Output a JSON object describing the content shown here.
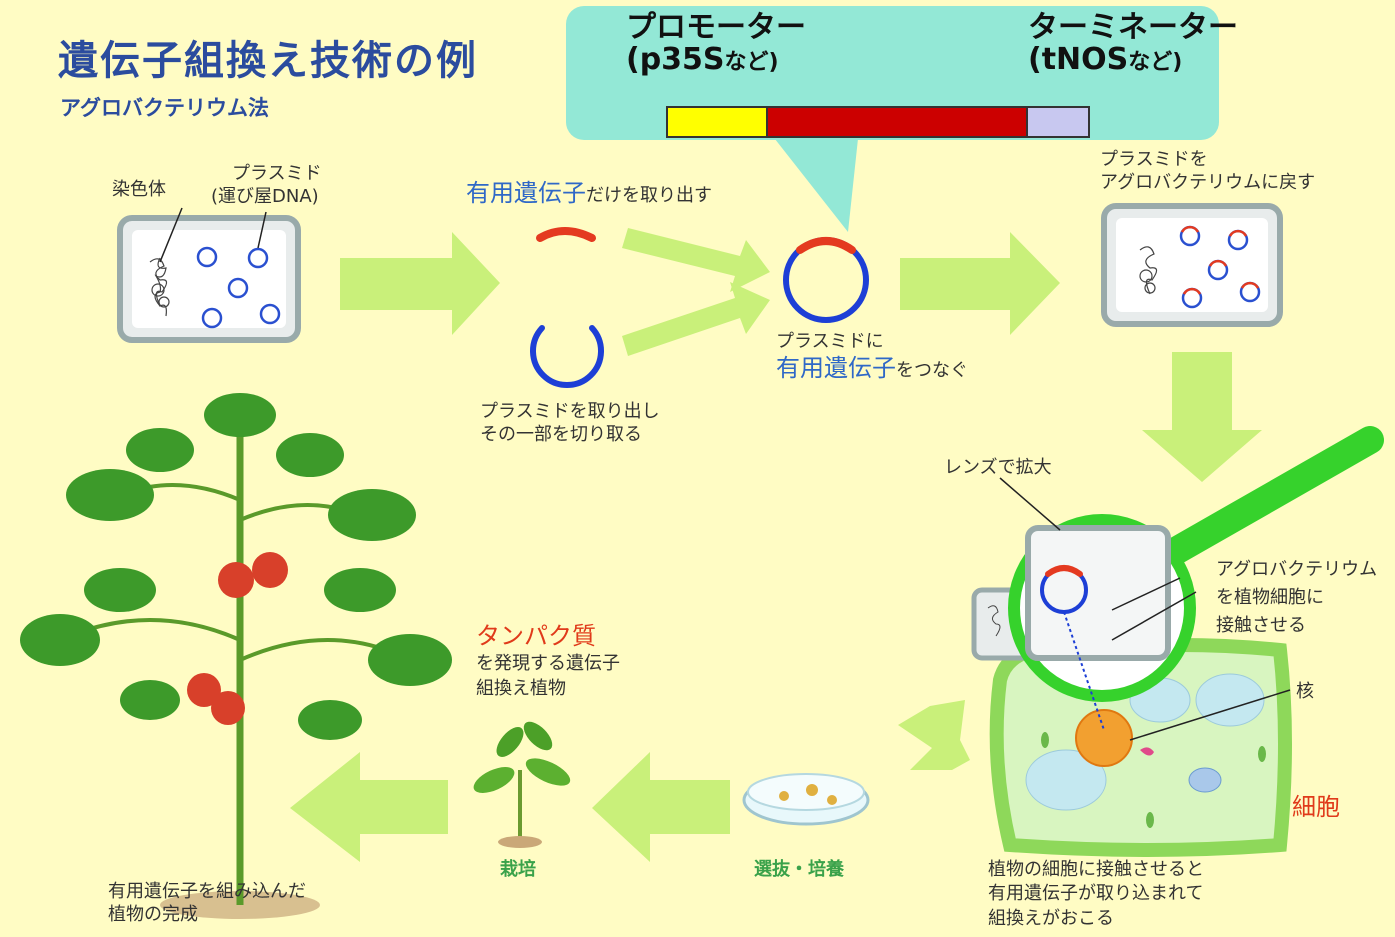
{
  "title": "遺伝子組換え技術の例",
  "subtitle": "アグロバクテリウム法",
  "callout": {
    "promoter_line1": "プロモーター",
    "promoter_line2": "(p35S",
    "promoter_suffix": "など)",
    "terminator_line1": "ターミネーター",
    "terminator_line2": "(tNOS",
    "terminator_suffix": "など)",
    "segment_colors": [
      "#ffff00",
      "#cc0000",
      "#c8c8f0"
    ]
  },
  "labels": {
    "chromosome": "染色体",
    "plasmid": "プラスミド",
    "plasmid_sub": "(運び屋DNA)",
    "useful_gene": "有用遺伝子",
    "extract_only": "だけを取り出す",
    "extract_plasmid_line1": "プラスミドを取り出し",
    "extract_plasmid_line2": "その一部を切り取る",
    "connect_line1": "プラスミドに",
    "connect_gene": "有用遺伝子",
    "connect_suffix": "をつなぐ",
    "return_line1": "プラスミドを",
    "return_line2": "アグロバクテリウムに戻す",
    "lens": "レンズで拡大",
    "contact_line1": "アグロバクテリウム",
    "contact_line2": "を植物細胞に",
    "contact_line3": "接触させる",
    "nucleus": "核",
    "cell": "細胞",
    "incorporate_line1": "植物の細胞に接触させると",
    "incorporate_line2": "有用遺伝子が取り込まれて",
    "incorporate_line3": "組換えがおこる",
    "selection": "選抜・培養",
    "cultivation": "栽培",
    "protein": "タンパク質",
    "express_line2": "を発現する遺伝子",
    "express_line3": "組換え植物",
    "complete_line1": "有用遺伝子を組み込んだ",
    "complete_line2": "植物の完成"
  },
  "colors": {
    "background": "#fffcc4",
    "arrow": "#c9f07a",
    "title_blue": "#2b4c9e",
    "gene_blue": "#2f68c7",
    "gene_red": "#e03a1a",
    "callout": "#93e8d6",
    "lens_green": "#36d22c"
  }
}
